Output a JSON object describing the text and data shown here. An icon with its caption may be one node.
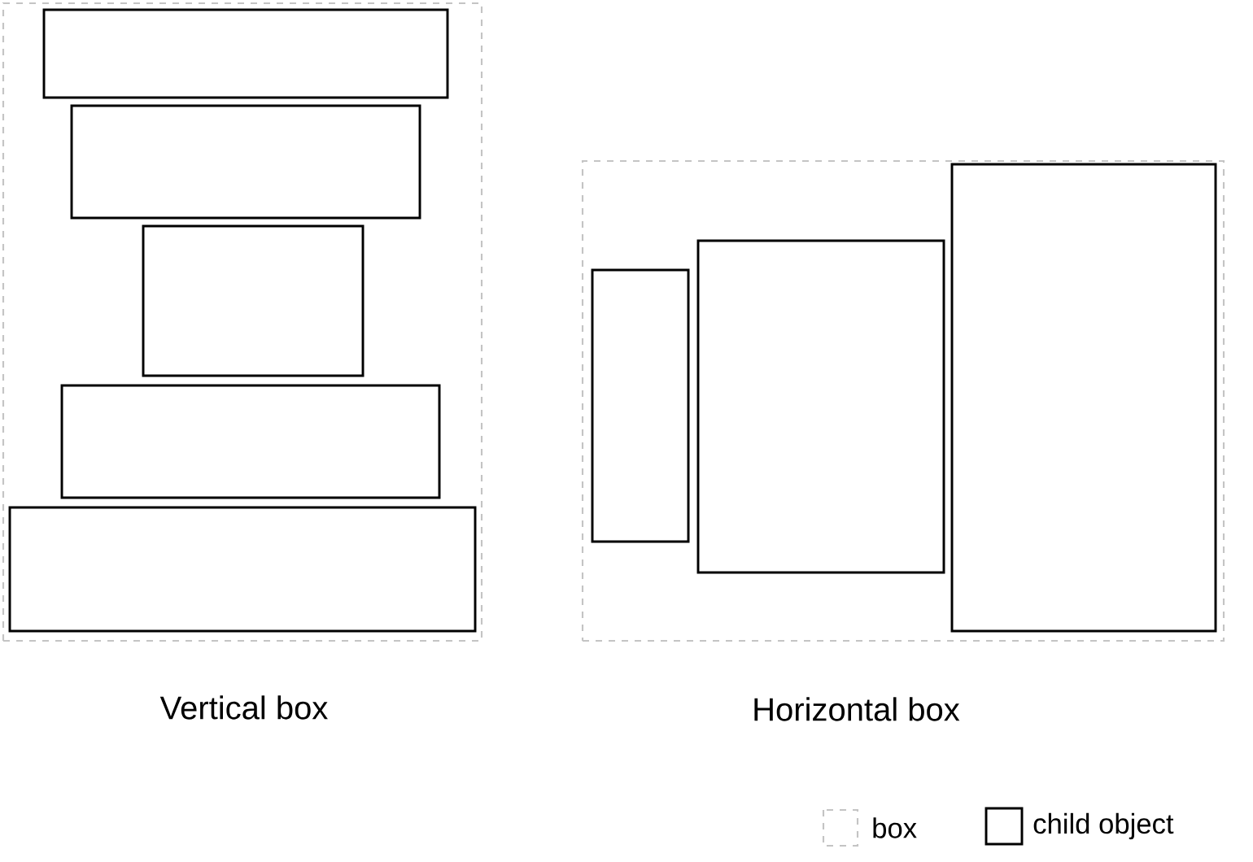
{
  "diagram": {
    "nodes": [
      {
        "text": [
          "Vertical box"
        ]
      },
      {
        "text": [],
        "shape": "box",
        "in": 0
      },
      {
        "text": [],
        "shape": "box",
        "in": 0
      },
      {
        "text": [],
        "shape": "box",
        "in": 0
      },
      {
        "text": [],
        "shape": "box",
        "in": 0
      },
      {
        "text": [],
        "shape": "box",
        "in": 0
      },
      {
        "text": [
          "Horizontal box"
        ]
      },
      {
        "text": [],
        "shape": "box",
        "in": 6
      },
      {
        "text": [],
        "shape": "box",
        "in": 6
      },
      {
        "text": [],
        "shape": "box",
        "in": 6
      }
    ],
    "legend": [
      {
        "text": "box"
      },
      {
        "text": "child object"
      }
    ]
  }
}
